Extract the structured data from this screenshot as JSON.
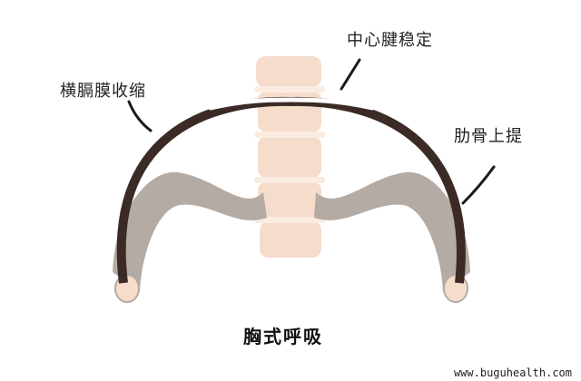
{
  "labels": {
    "diaphragm": "横膈膜收缩",
    "central_tendon": "中心腱稳定",
    "ribs": "肋骨上提"
  },
  "caption": "胸式呼吸",
  "credit": "www.buguhealth.com",
  "colors": {
    "spine": "#f6dccb",
    "spine_disc": "#fbece1",
    "rib": "#b4aba5",
    "rib_end": "#f5dccb",
    "diaphragm": "#3b2a25",
    "tendon": "#ffffff",
    "leader": "#1a1a1a"
  }
}
